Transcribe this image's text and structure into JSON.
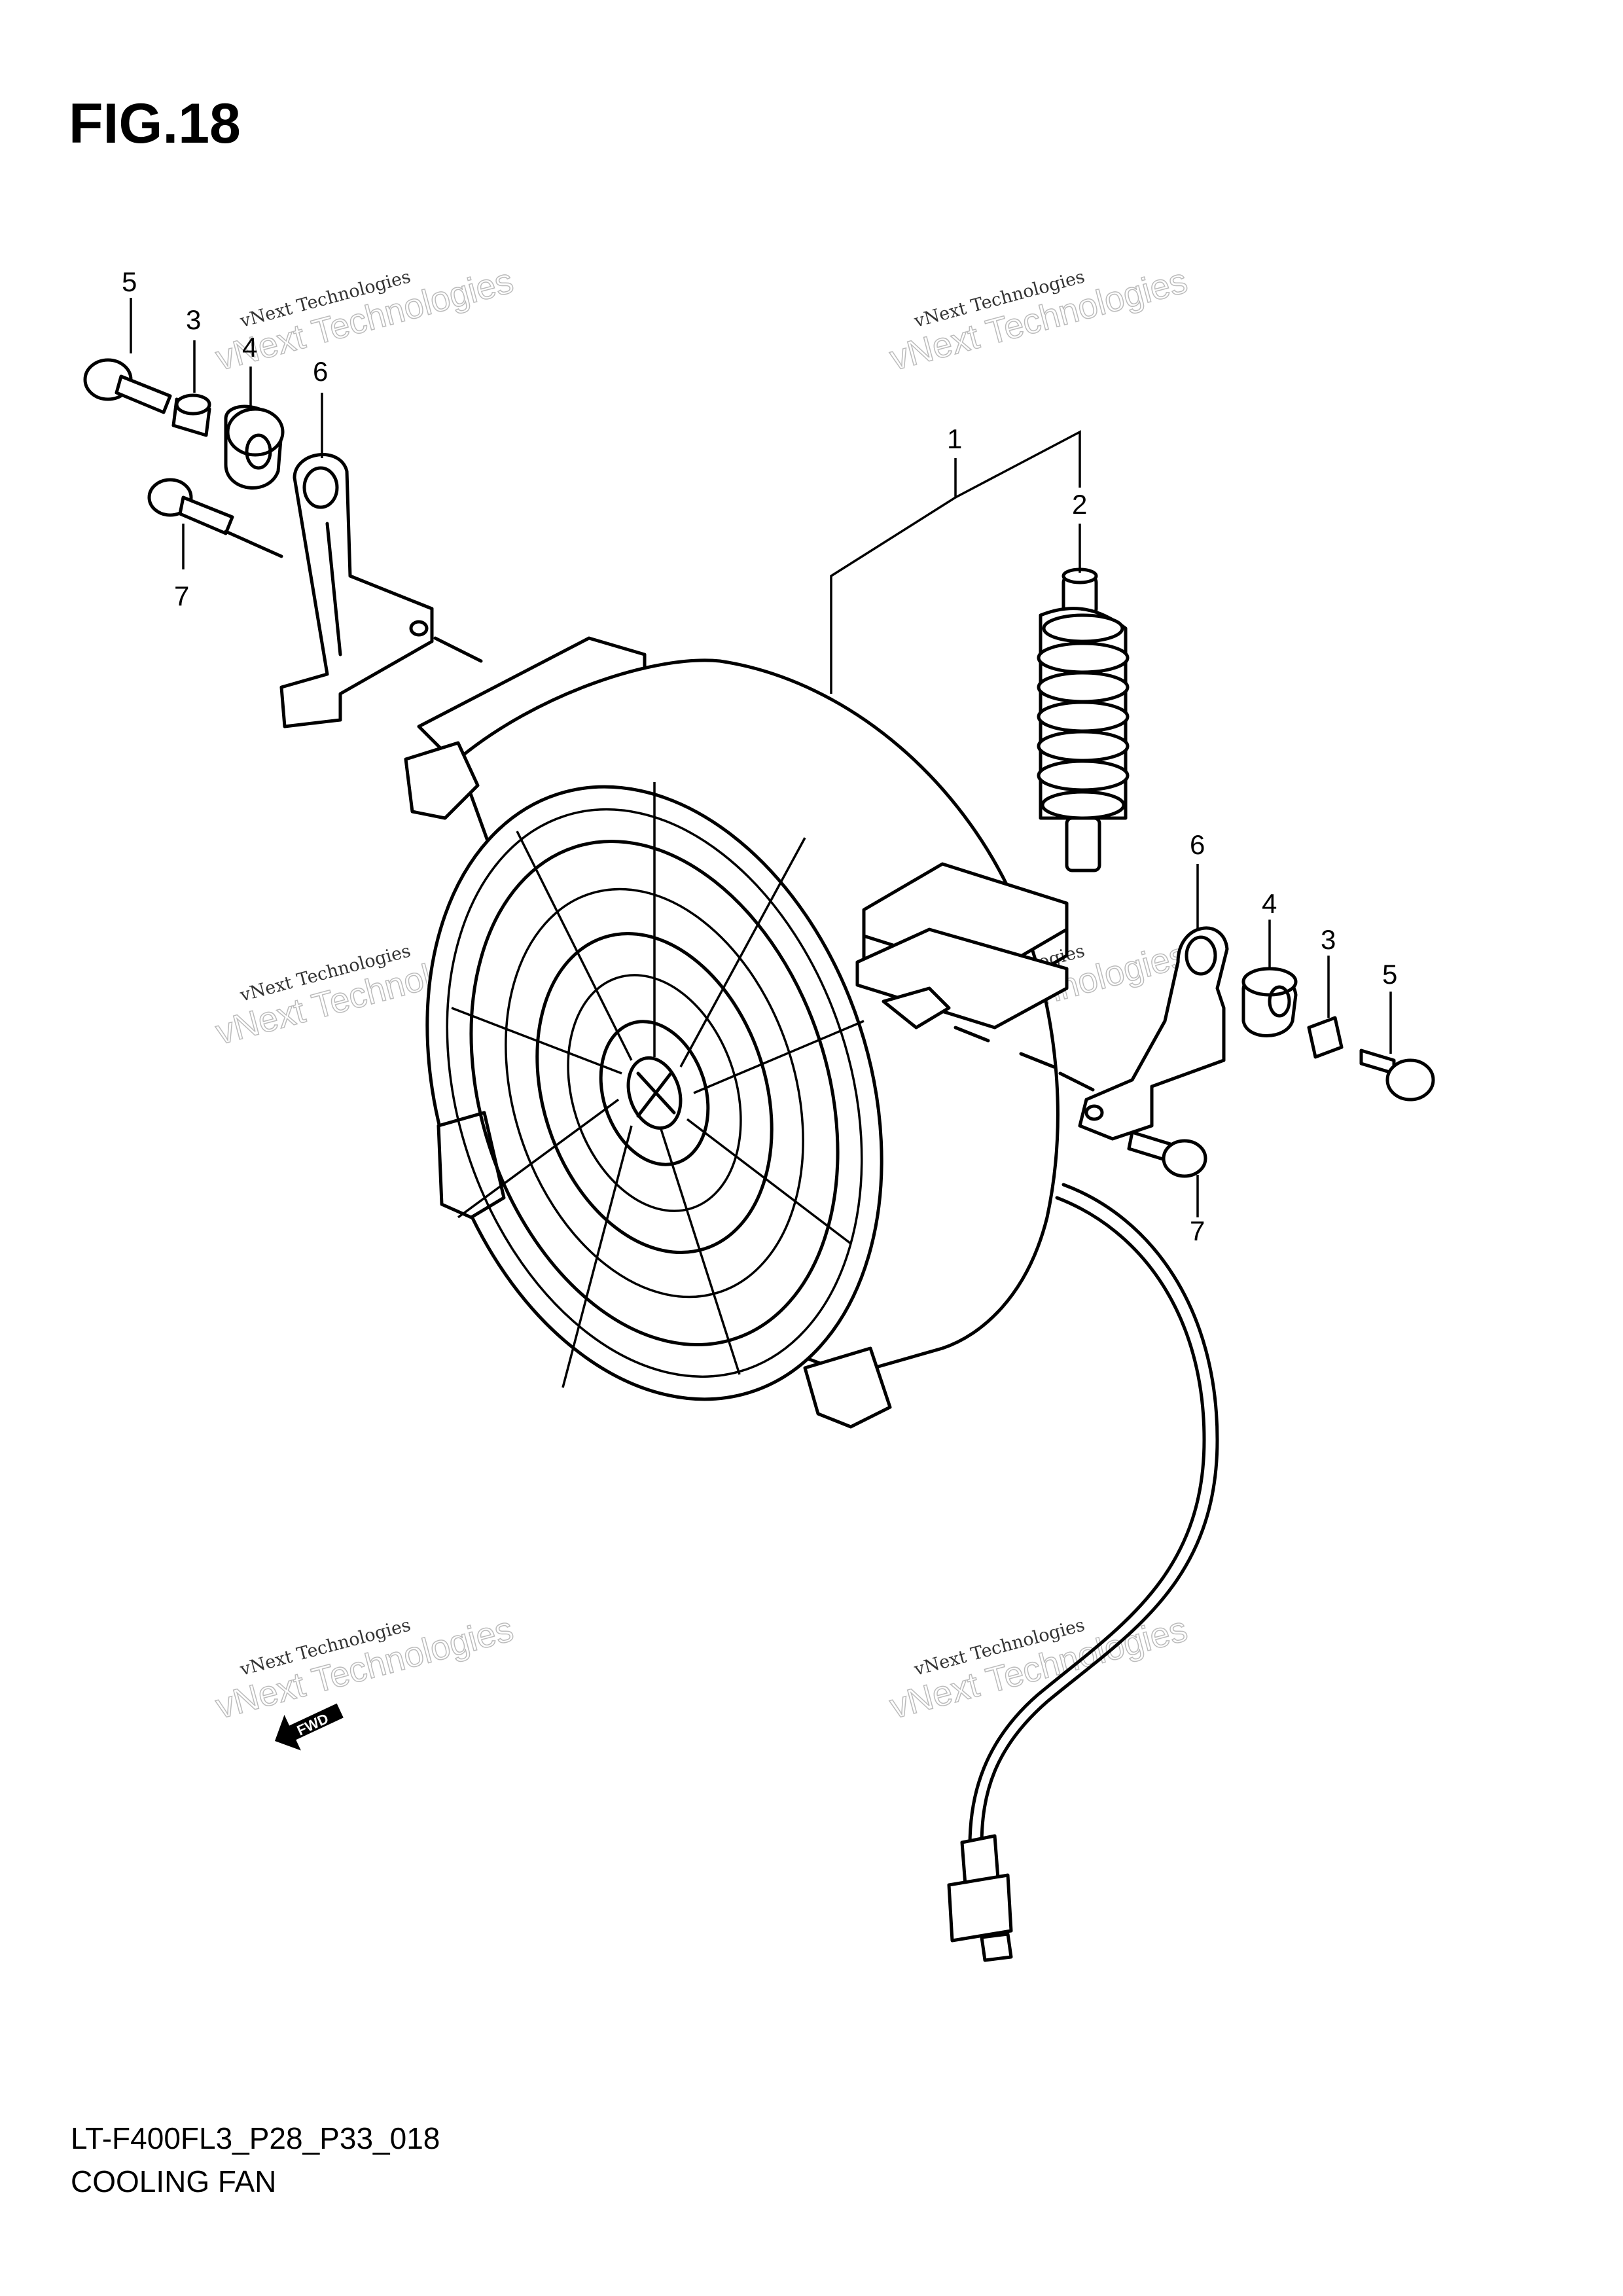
{
  "figure": {
    "title": "FIG.18",
    "model_code": "LT-F400FL3_P28_P33_018",
    "name": "COOLING FAN"
  },
  "callouts": [
    "1",
    "2",
    "3",
    "4",
    "5",
    "6",
    "7"
  ],
  "watermark": {
    "line1": "vNext Technologies",
    "line2": "vNext Technologies"
  },
  "fwd_arrow_label": "FWD",
  "colors": {
    "line": "#000000",
    "background": "#ffffff",
    "watermark": "#bbbbbb"
  }
}
